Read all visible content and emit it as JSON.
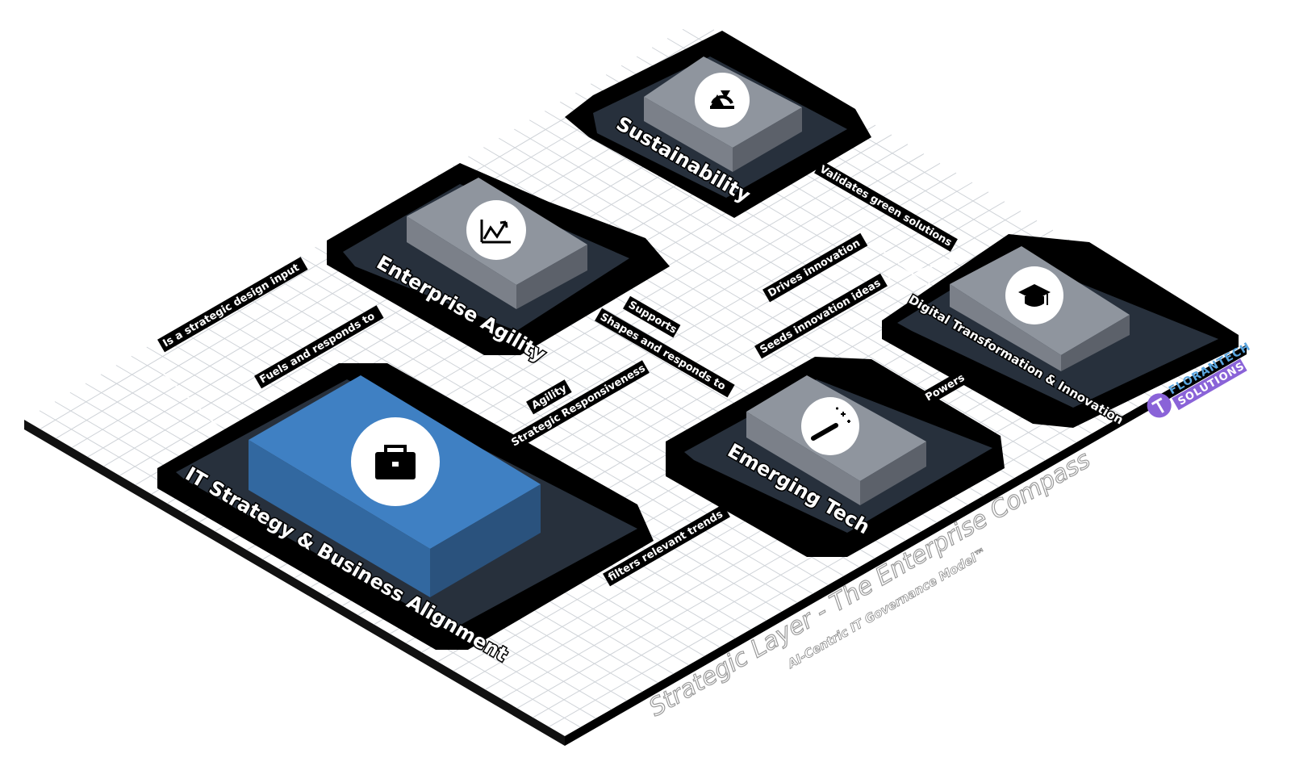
{
  "title": "Strategic Layer - The Enterprise Compass",
  "subtitle": "AI-Centric IT Governance Model™",
  "brand": {
    "line1": "FLORANTECH",
    "line2": "SOLUTIONS",
    "colors": {
      "purple": "#8a63d8",
      "blue": "#5ba6e0"
    }
  },
  "colors": {
    "accent_box": "#3f80c3",
    "gray_box": "#8f959e",
    "frame": "#000000",
    "inner": "#27303c"
  },
  "nodes": [
    {
      "id": "it-strategy",
      "label": "IT Strategy & Business Alignment",
      "icon": "briefcase-icon"
    },
    {
      "id": "enterprise-agility",
      "label": "Enterprise Agility",
      "icon": "trend-chart-icon"
    },
    {
      "id": "sustainability",
      "label": "Sustainability",
      "icon": "recycle-icon"
    },
    {
      "id": "emerging-tech",
      "label": "Emerging Tech",
      "icon": "magic-wand-icon"
    },
    {
      "id": "digital-transformation",
      "label": "Digital Transformation & Innovation",
      "icon": "graduation-cap-icon"
    }
  ],
  "edges": [
    {
      "label": "Is a strategic design input"
    },
    {
      "label": "Fuels and responds to"
    },
    {
      "label": "Supports"
    },
    {
      "label": "Shapes and responds to"
    },
    {
      "label": "Agility"
    },
    {
      "label": "Strategic Responsiveness"
    },
    {
      "label": "Validates green solutions"
    },
    {
      "label": "Drives innovation"
    },
    {
      "label": "Seeds innovation ideas"
    },
    {
      "label": "Powers"
    },
    {
      "label": "filters relevant trends"
    }
  ]
}
